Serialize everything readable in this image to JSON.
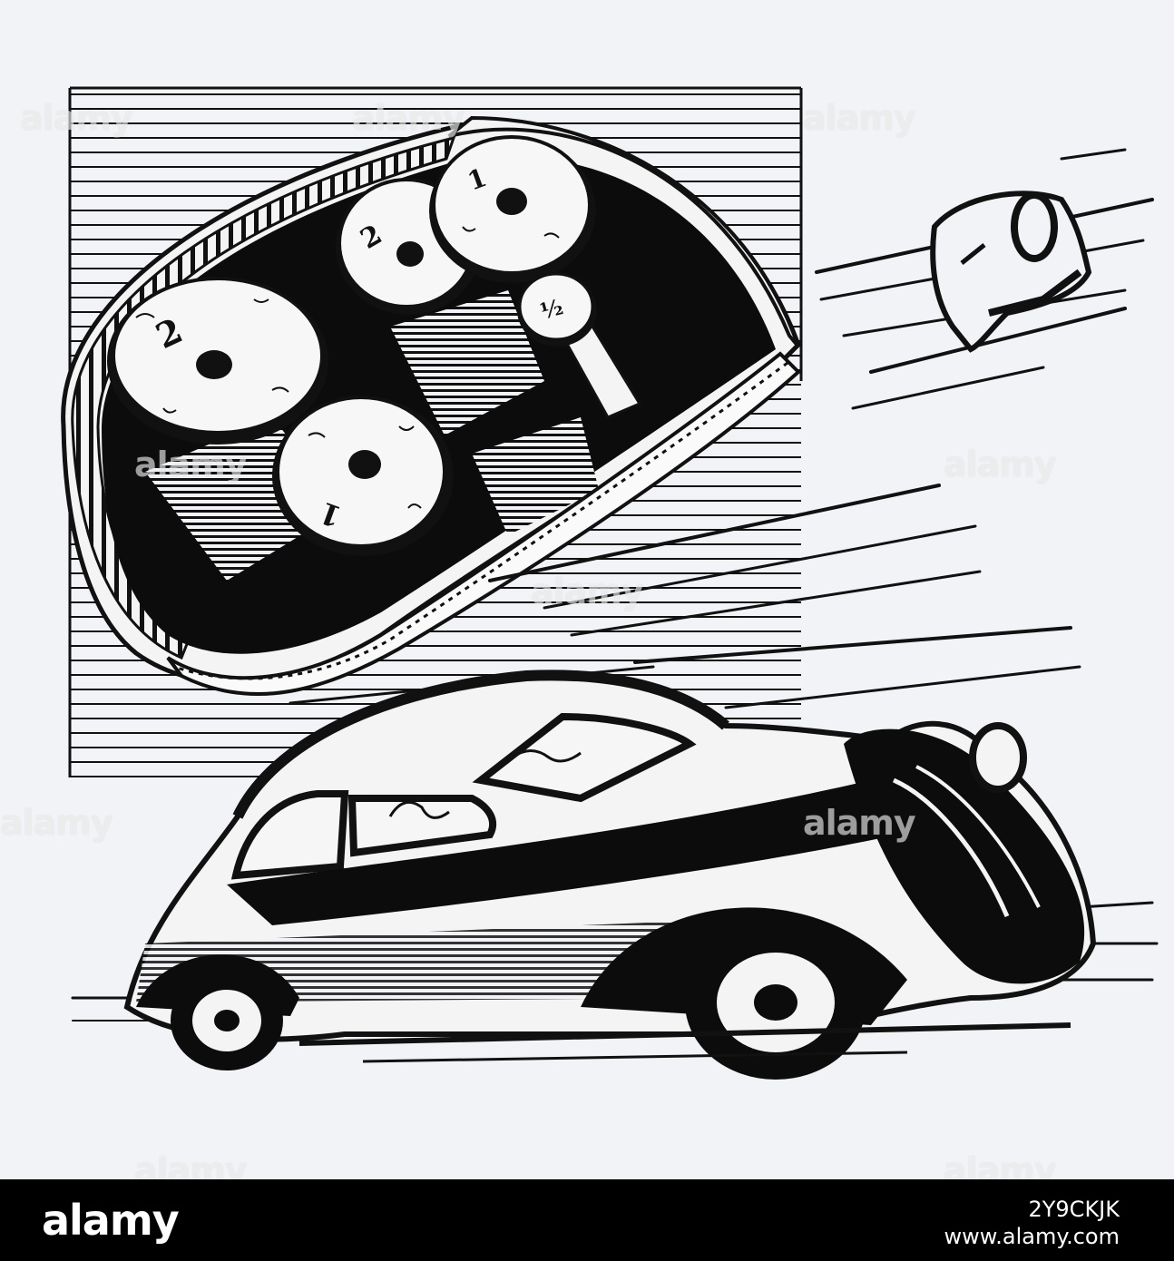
{
  "watermark": {
    "text": "alamy"
  },
  "footer": {
    "logo": "alamy",
    "image_id": "2Y9CKJK",
    "site": "www.alamy.com"
  },
  "colors": {
    "background": "#f1f3f6",
    "ink": "#0a0a0a",
    "footer": "#000000"
  }
}
